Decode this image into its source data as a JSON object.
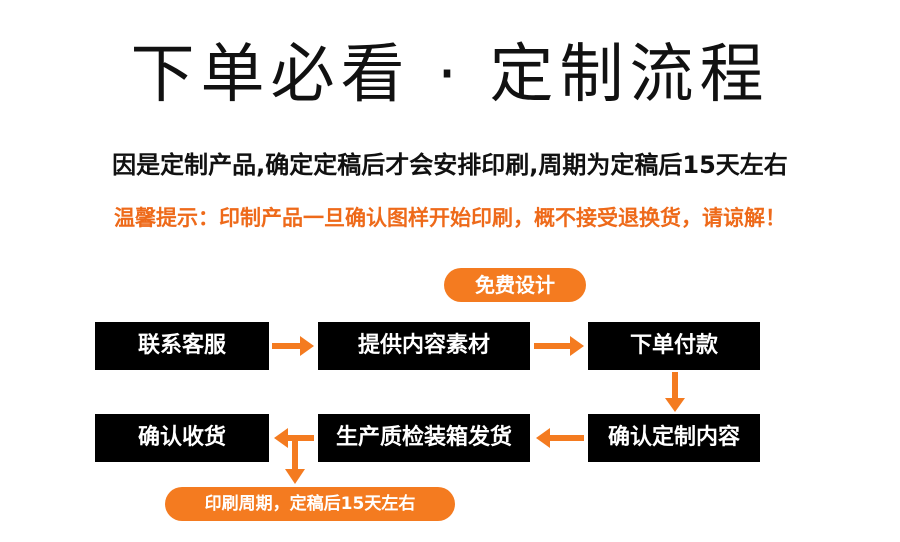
{
  "title": "下单必看 · 定制流程",
  "notice": "因是定制产品,确定定稿后才会安排印刷,周期为定稿后15天左右",
  "warning": "温馨提示：印制产品一旦确认图样开始印刷，概不接受退换货，请谅解！",
  "design_badge": "免费设计",
  "steps": [
    "联系客服",
    "提供内容素材",
    "下单付款",
    "确认定制内容",
    "生产质检装箱发货",
    "确认收货"
  ],
  "cycle_badge": "印刷周期，定稿后15天左右",
  "colors": {
    "accent": "#f47b20",
    "box": "#000000",
    "warning_text": "#ee6a1a"
  }
}
